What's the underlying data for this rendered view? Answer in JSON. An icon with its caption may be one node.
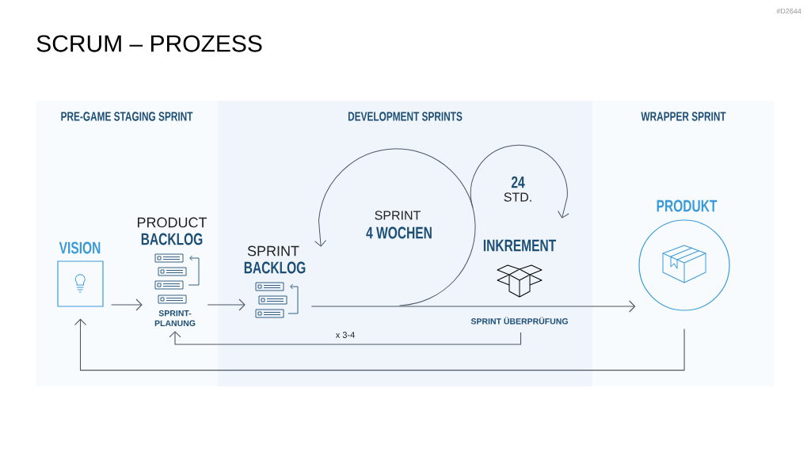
{
  "diagram": {
    "title": "SCRUM – PROZESS",
    "nodes": [
      {
        "text": [
          "PRE-GAME STAGING SPRINT"
        ]
      },
      {
        "text": [
          "DEVELOPMENT SPRINTS"
        ]
      },
      {
        "text": [
          "WRAPPER SPRINT"
        ]
      },
      {
        "text": [
          "VISION"
        ],
        "in": 0
      },
      {
        "text": [
          "PRODUCT",
          "BACKLOG",
          "SPRINT-PLANUNG"
        ],
        "in": 0
      },
      {
        "text": [
          "SPRINT",
          "BACKLOG"
        ],
        "in": 1
      },
      {
        "text": [
          "SPRINT",
          "4 WOCHEN"
        ],
        "in": 1
      },
      {
        "text": [
          "24",
          "STD."
        ],
        "in": 1
      },
      {
        "text": [
          "INKREMENT"
        ],
        "in": 1
      },
      {
        "text": [
          "PRODUKT"
        ],
        "in": 2
      }
    ],
    "edges": [
      {
        "from": 3,
        "to": 4,
        "arrow": "to"
      },
      {
        "from": 4,
        "to": 5,
        "arrow": "to"
      },
      {
        "from": 5,
        "to": 9,
        "arrow": "to",
        "label": "SPRINT ÜBERPRÜFUNG"
      },
      {
        "from": 8,
        "to": 4,
        "arrow": "to",
        "label": "x 3-4"
      },
      {
        "from": 9,
        "to": 3,
        "arrow": "to"
      },
      {
        "from": null,
        "to": 5,
        "arrow": "to"
      },
      {
        "from": null,
        "to": 8,
        "arrow": "to"
      }
    ],
    "labels": [
      "#D2644"
    ]
  }
}
